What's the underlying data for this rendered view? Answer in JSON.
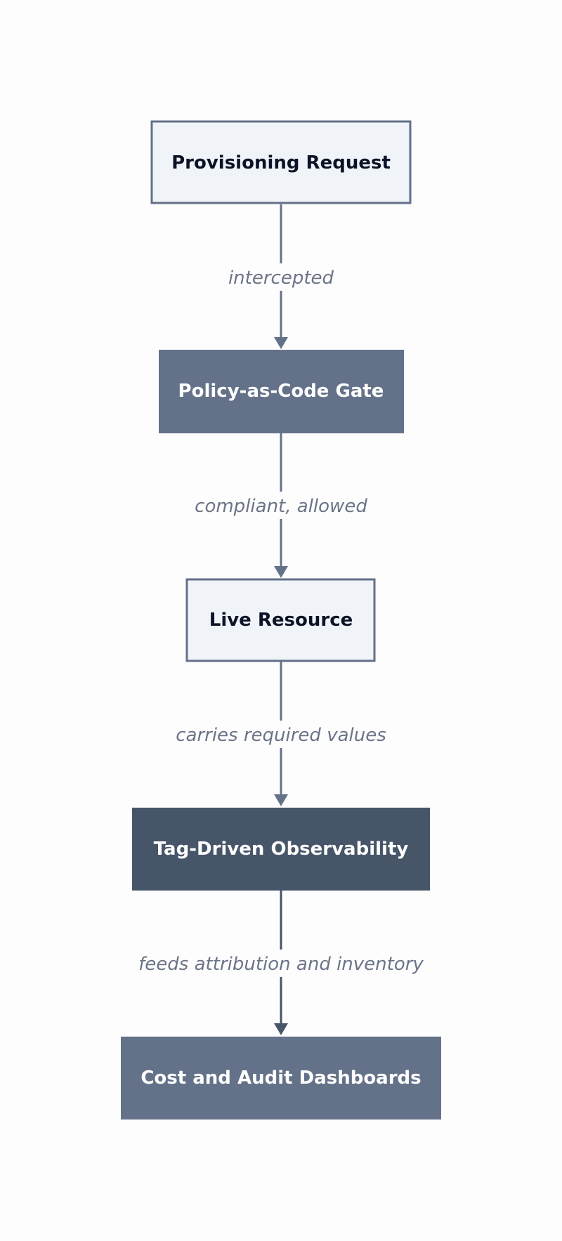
{
  "nodes": [
    {
      "label": "Provisioning Request",
      "fill": "#f0f4f9",
      "stroke": "#627089",
      "text_color": "#0d1326"
    },
    {
      "label": "Policy-as-Code Gate",
      "fill": "#647289",
      "stroke": "#647289",
      "text_color": "#ffffff"
    },
    {
      "label": "Live Resource",
      "fill": "#f0f4f9",
      "stroke": "#627089",
      "text_color": "#0d1326"
    },
    {
      "label": "Tag-Driven Observability",
      "fill": "#475569",
      "stroke": "#475569",
      "text_color": "#ffffff"
    },
    {
      "label": "Cost and Audit Dashboards",
      "fill": "#647289",
      "stroke": "#647289",
      "text_color": "#ffffff"
    }
  ],
  "edges": [
    {
      "label": "intercepted",
      "color": "#647289"
    },
    {
      "label": "compliant, allowed",
      "color": "#647289"
    },
    {
      "label": "carries required values",
      "color": "#647289"
    },
    {
      "label": "feeds attribution and inventory",
      "color": "#475569"
    }
  ]
}
